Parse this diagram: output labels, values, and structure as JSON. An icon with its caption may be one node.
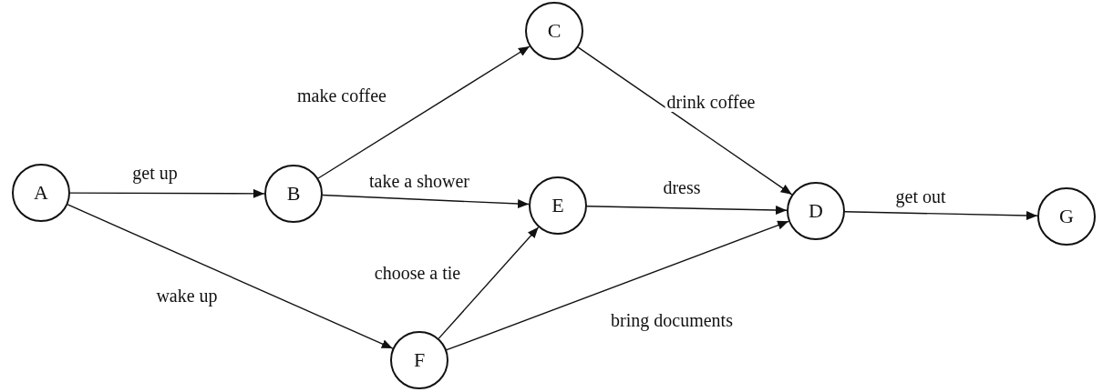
{
  "diagram": {
    "nodes": [
      {
        "text": [
          "A"
        ]
      },
      {
        "text": [
          "B"
        ]
      },
      {
        "text": [
          "C"
        ]
      },
      {
        "text": [
          "E"
        ]
      },
      {
        "text": [
          "D"
        ]
      },
      {
        "text": [
          "G"
        ]
      },
      {
        "text": [
          "F"
        ]
      }
    ],
    "edges": [
      {
        "from": 0,
        "to": 1,
        "arrow": "to",
        "label": "get up"
      },
      {
        "from": 1,
        "to": 2,
        "arrow": "to",
        "label": "make coffee"
      },
      {
        "from": 1,
        "to": 3,
        "arrow": "to",
        "label": "take a shower"
      },
      {
        "from": 2,
        "to": 4,
        "arrow": "to",
        "label": "drink coffee"
      },
      {
        "from": 3,
        "to": 4,
        "arrow": "to",
        "label": "dress"
      },
      {
        "from": 4,
        "to": 5,
        "arrow": "to",
        "label": "get out"
      },
      {
        "from": 0,
        "to": 6,
        "arrow": "to",
        "label": "wake up"
      },
      {
        "from": 6,
        "to": 3,
        "arrow": "to",
        "label": "choose a tie"
      },
      {
        "from": 6,
        "to": 4,
        "arrow": "to",
        "label": "bring documents"
      }
    ]
  }
}
